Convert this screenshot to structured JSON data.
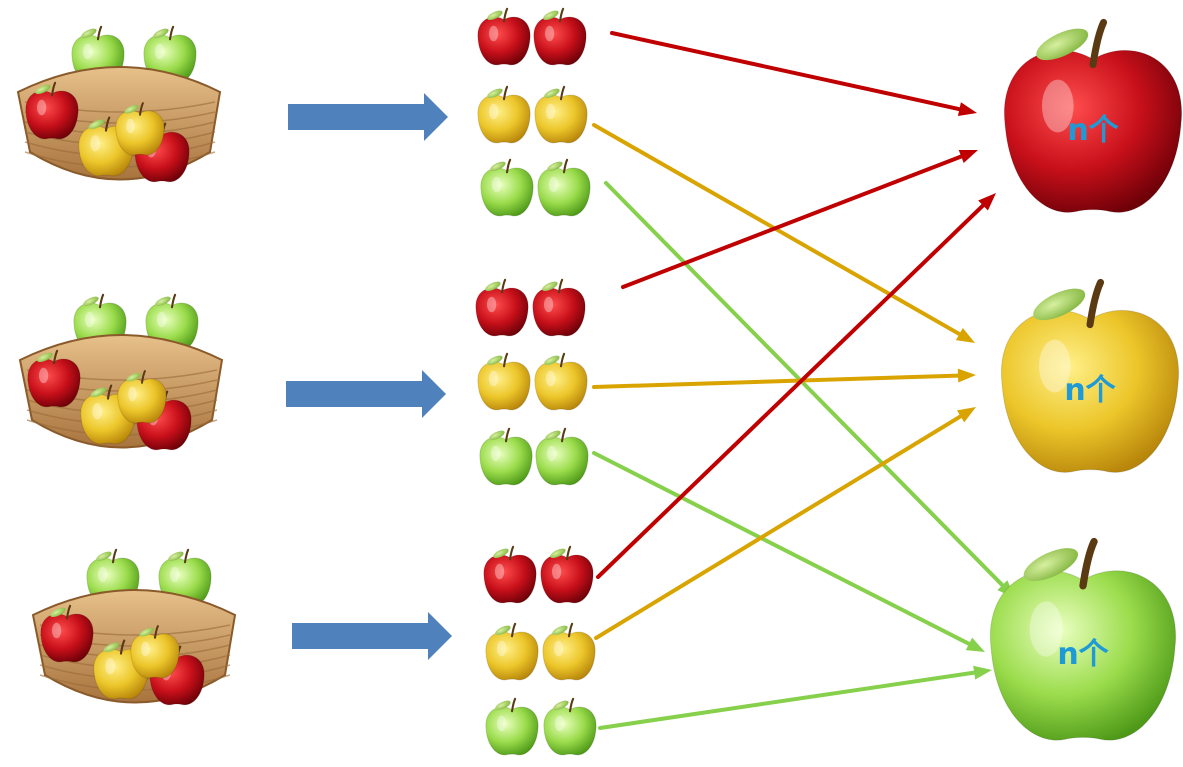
{
  "colors": {
    "red": "#c40a0a",
    "yellow": "#f0c419",
    "green": "#8ed64a",
    "arrow_red": "#c00000",
    "arrow_yellow": "#d9a400",
    "arrow_green": "#86d04c",
    "block_arrow": "#4f81bd",
    "label": "#1e9bd7",
    "basket": "#c9955a"
  },
  "icons": {
    "basket": "fruit-basket-icon",
    "apple": "apple-icon"
  },
  "groups": [
    {
      "source": "basket",
      "pairs": [
        "red",
        "yellow",
        "green"
      ]
    },
    {
      "source": "basket",
      "pairs": [
        "red",
        "yellow",
        "green"
      ]
    },
    {
      "source": "basket",
      "pairs": [
        "red",
        "yellow",
        "green"
      ]
    }
  ],
  "targets": [
    {
      "color": "red",
      "label": "n个"
    },
    {
      "color": "yellow",
      "label": "n个"
    },
    {
      "color": "green",
      "label": "n个"
    }
  ],
  "connections": [
    {
      "from_group": 1,
      "from_color": "red",
      "to": "red"
    },
    {
      "from_group": 1,
      "from_color": "yellow",
      "to": "yellow"
    },
    {
      "from_group": 1,
      "from_color": "green",
      "to": "green"
    },
    {
      "from_group": 2,
      "from_color": "red",
      "to": "red"
    },
    {
      "from_group": 2,
      "from_color": "yellow",
      "to": "yellow"
    },
    {
      "from_group": 2,
      "from_color": "green",
      "to": "green"
    },
    {
      "from_group": 3,
      "from_color": "red",
      "to": "red"
    },
    {
      "from_group": 3,
      "from_color": "yellow",
      "to": "yellow"
    },
    {
      "from_group": 3,
      "from_color": "green",
      "to": "green"
    }
  ]
}
